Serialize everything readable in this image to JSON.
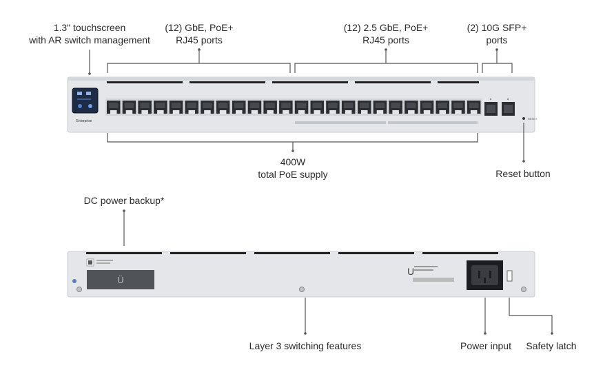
{
  "callouts": {
    "touchscreen": {
      "line1": "1.3\" touchscreen",
      "line2": "with AR switch management"
    },
    "gbe_ports": {
      "line1": "(12) GbE, PoE+",
      "line2": "RJ45 ports"
    },
    "ports_25gbe": {
      "line1": "(12) 2.5 GbE, PoE+",
      "line2": "RJ45 ports"
    },
    "sfp_ports": {
      "line1": "(2) 10G SFP+",
      "line2": "ports"
    },
    "poe_supply": {
      "line1": "400W",
      "line2": "total PoE supply"
    },
    "reset_button": {
      "text": "Reset button"
    },
    "dc_power_backup": {
      "text": "DC power backup*"
    },
    "layer3": {
      "text": "Layer 3 switching features"
    },
    "power_input": {
      "text": "Power input"
    },
    "safety_latch": {
      "text": "Safety latch"
    }
  },
  "device": {
    "brand_text": "Enterprise",
    "reset_text": "RESET"
  },
  "colors": {
    "chassis": "#e4e6e9",
    "chassis_edge": "#c9ccd1",
    "port": "#2b2d31",
    "screen": "#1d2b44",
    "callout_line": "#555555"
  }
}
